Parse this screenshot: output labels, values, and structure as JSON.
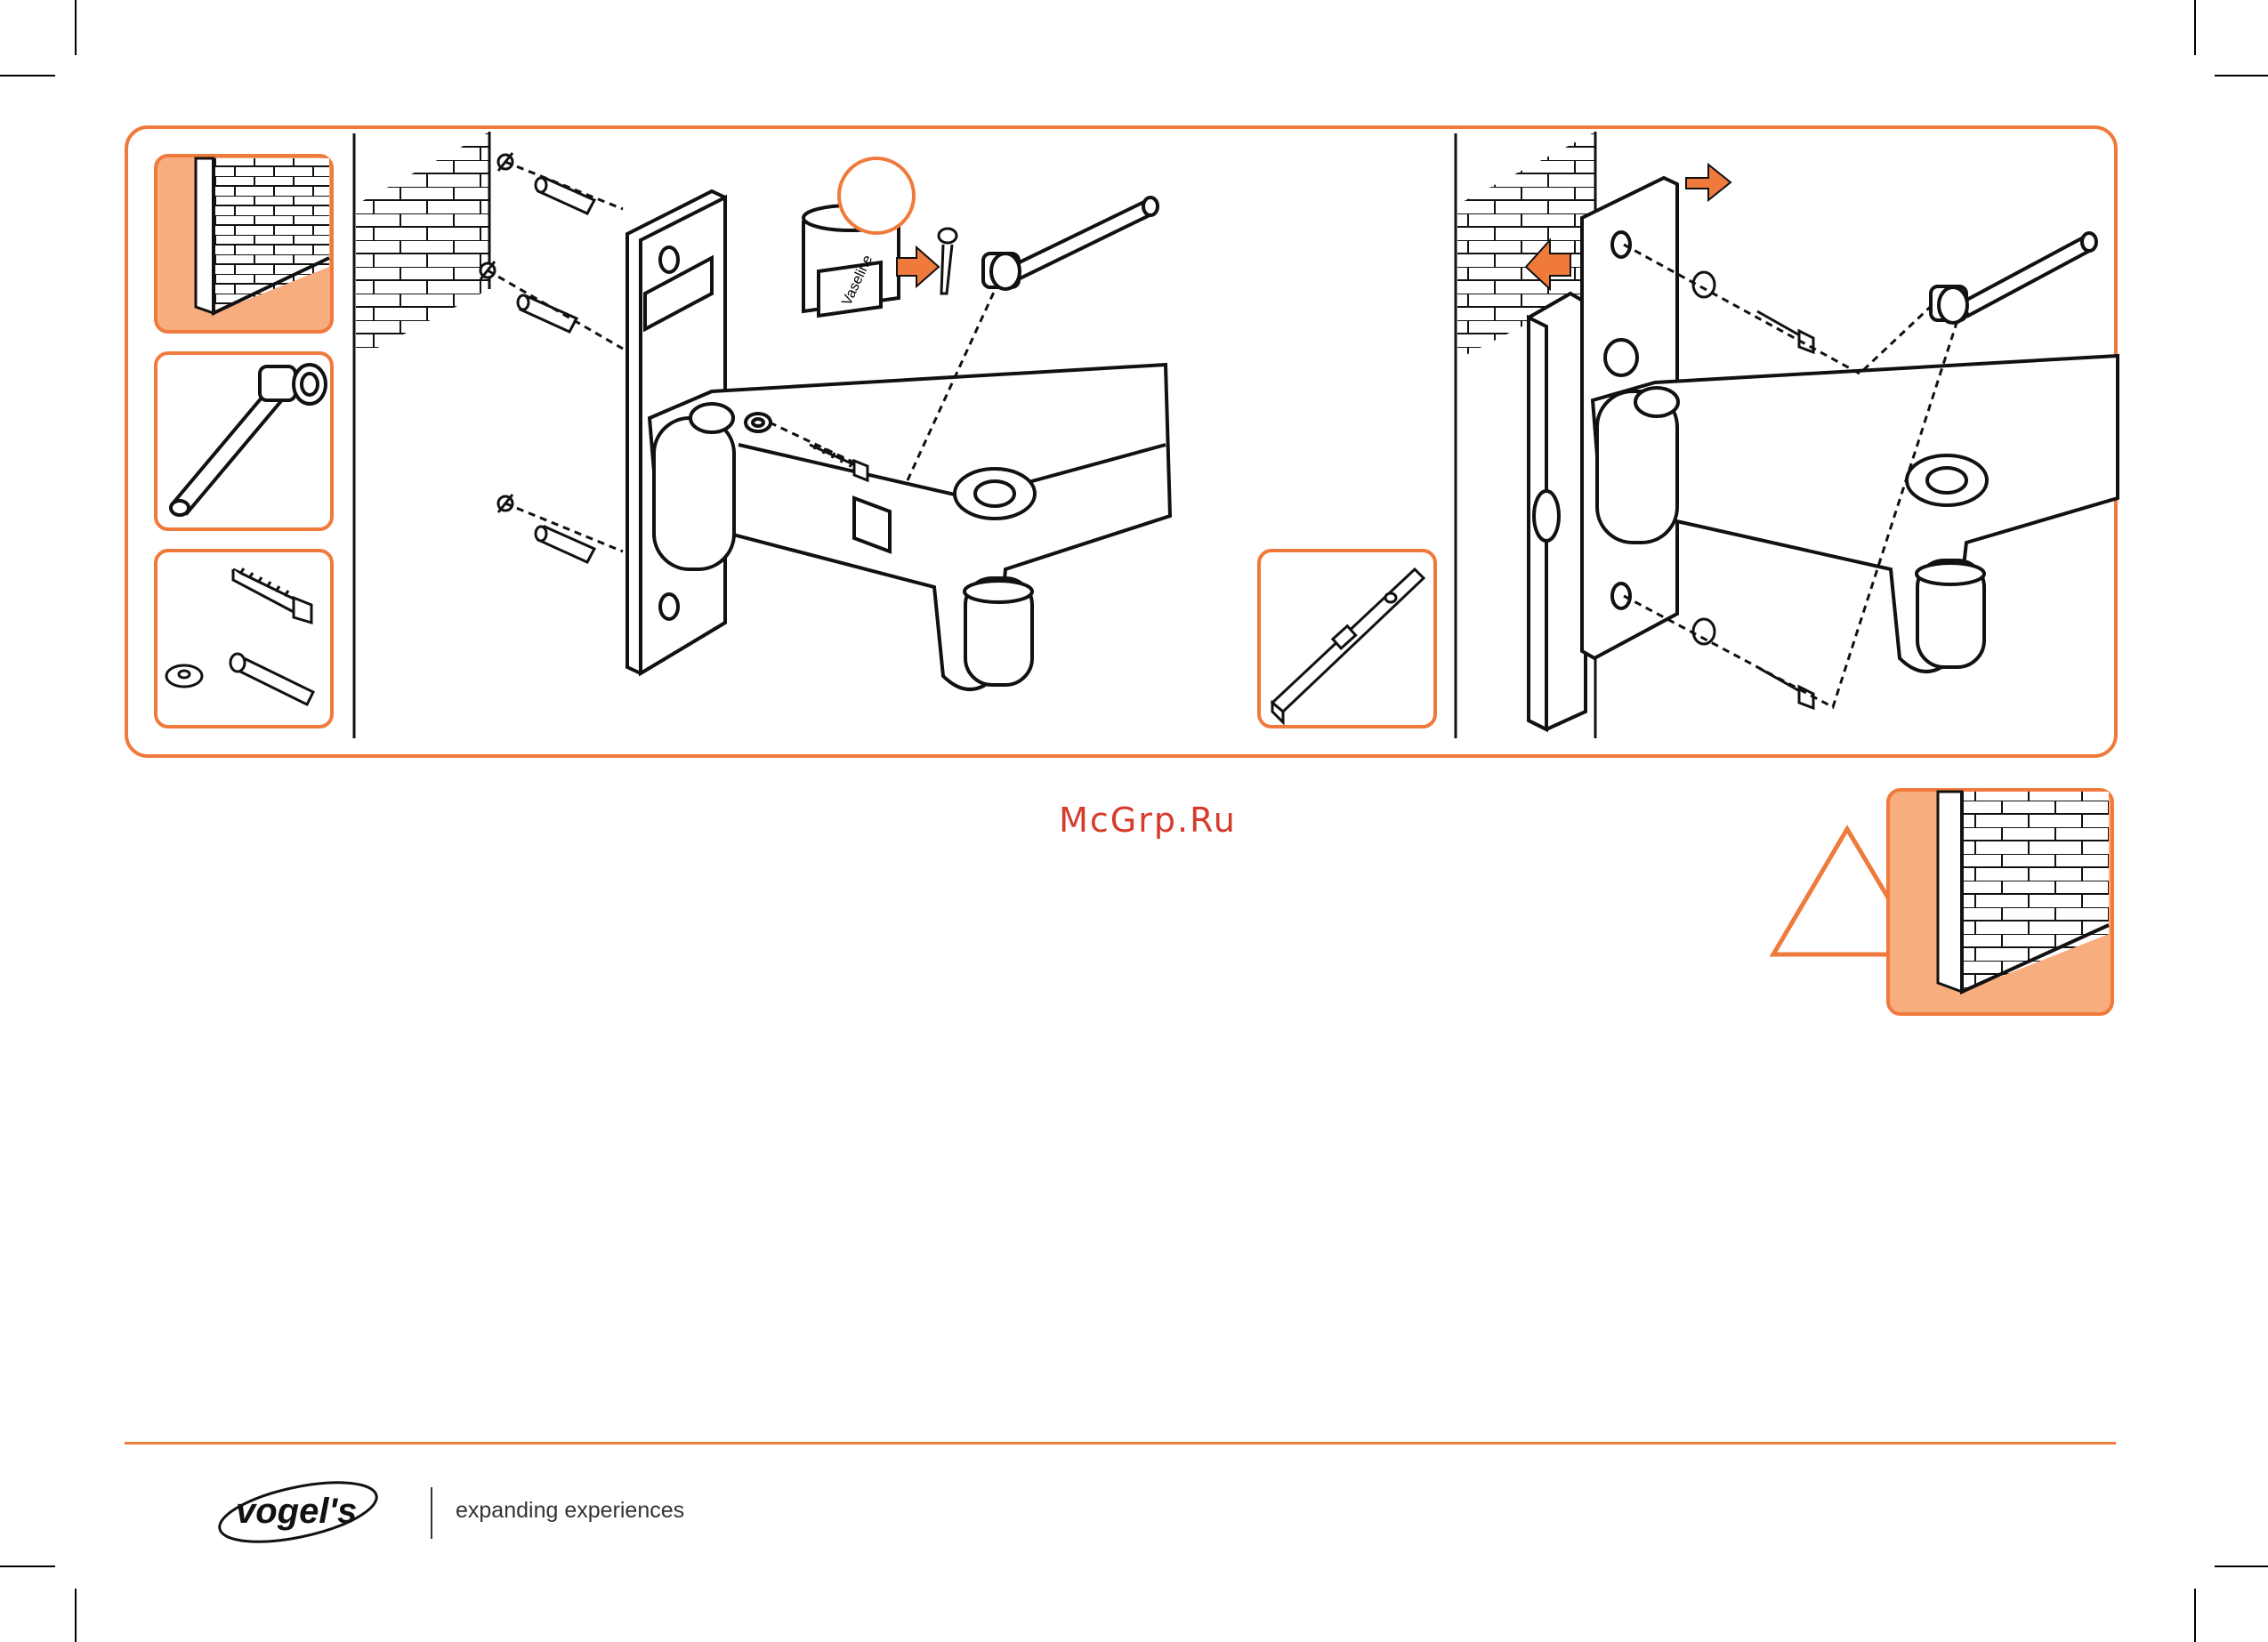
{
  "colors": {
    "accent": "#f07a3c",
    "accent_fill": "#f7ad7e",
    "line": "#111111",
    "watermark": "#d63a2a"
  },
  "instruction_panel": {
    "label_on_jar": "Vaseline"
  },
  "icons": {
    "wall": "brick-wall-icon",
    "tool": "socket-wrench-icon",
    "parts": "screw-washer-plug-icon",
    "level": "spirit-level-icon",
    "warning": "warning-triangle-icon"
  },
  "watermark": {
    "text": "McGrp.Ru"
  },
  "footer": {
    "brand": "vogel's",
    "tagline": "expanding experiences"
  }
}
